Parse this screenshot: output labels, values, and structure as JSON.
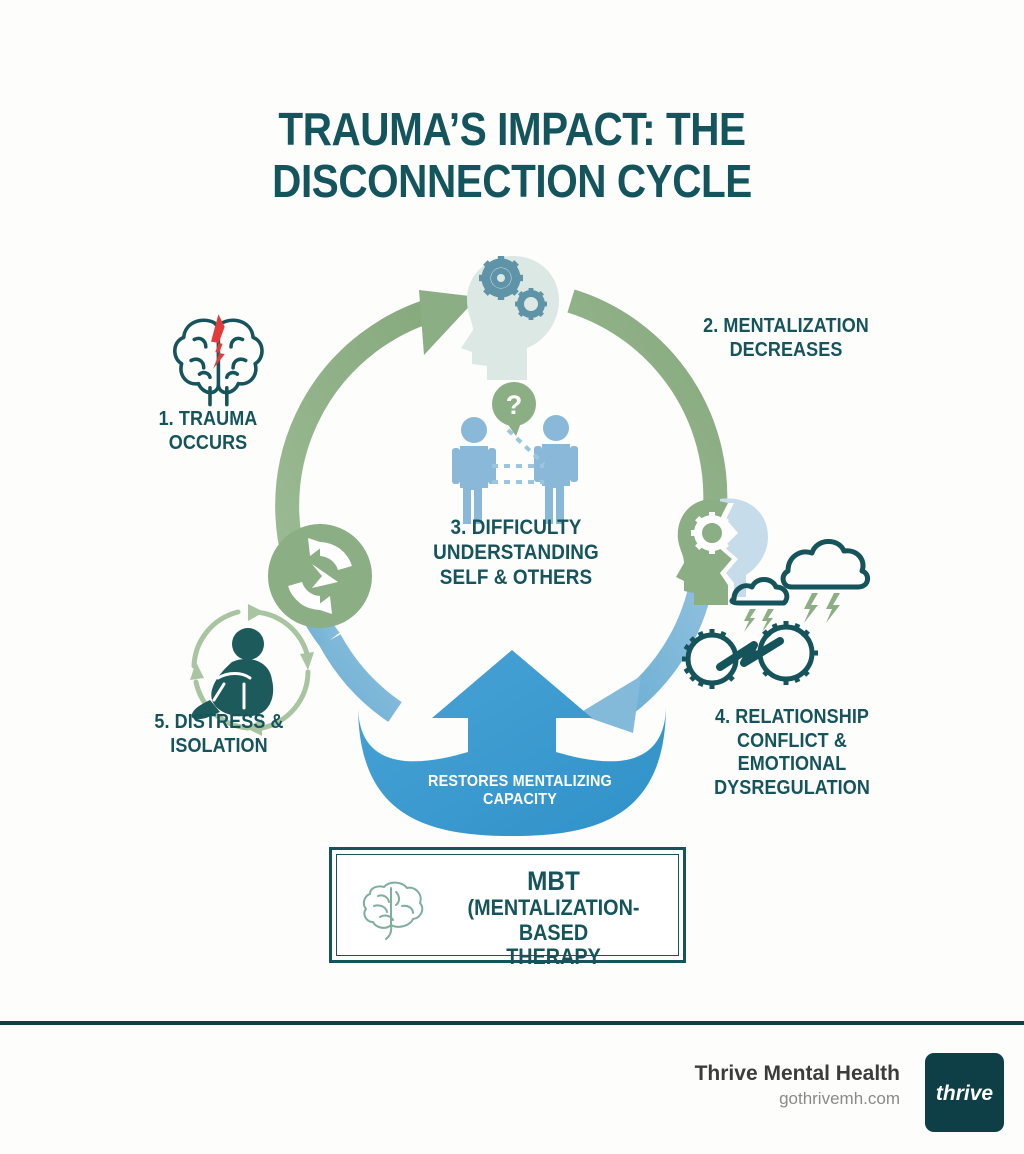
{
  "meta": {
    "background": "#fdfdfc",
    "teal": "#16545b",
    "dark_teal": "#0e3f47",
    "green": "#8FAE87",
    "light_green": "#a8c4a0",
    "pale_green": "#dfe9e0",
    "blue": "#7cb5d6",
    "deep_blue": "#3d9ad1",
    "figure_blue": "#8ab8d8",
    "accent_red": "#e23b3b"
  },
  "title": {
    "line1": "TRAUMA’S IMPACT: THE",
    "line2": "DISCONNECTION CYCLE"
  },
  "steps": [
    {
      "id": "trauma-occurs",
      "number": "1",
      "label": "1. TRAUMA OCCURS",
      "icon": "cracked-brain-icon"
    },
    {
      "id": "mentalization-decreases",
      "number": "2",
      "label": "2. MENTALIZATION\nDECREASES",
      "label_line1": "2. MENTALIZATION",
      "label_line2": "DECREASES",
      "icon": "head-with-gears-icon"
    },
    {
      "id": "difficulty-understanding",
      "number": "3",
      "label_line1": "3. DIFFICULTY",
      "label_line2": "UNDERSTANDING",
      "label_line3": "SELF & OTHERS",
      "icon": "two-people-question-icon"
    },
    {
      "id": "relationship-conflict",
      "number": "4",
      "label_line1": "4. RELATIONSHIP",
      "label_line2": "CONFLICT & EMOTIONAL",
      "label_line3": "DYSREGULATION",
      "icon": "storm-clouds-collision-icon"
    },
    {
      "id": "distress-isolation",
      "number": "5",
      "label_line1": "5. DISTRESS &",
      "label_line2": "ISOLATION",
      "icon": "isolated-person-cycle-icon"
    }
  ],
  "banner": {
    "line1": "RESTORES MENTALIZING",
    "line2": "CAPACITY"
  },
  "mbt": {
    "title": "MBT",
    "subtitle_line1": "(MENTALIZATION-BASED",
    "subtitle_line2": "THERAPY",
    "icon": "brain-outline-icon"
  },
  "footer": {
    "brand": "Thrive Mental Health",
    "url": "gothrivemh.com",
    "logo_word": "thrive"
  }
}
